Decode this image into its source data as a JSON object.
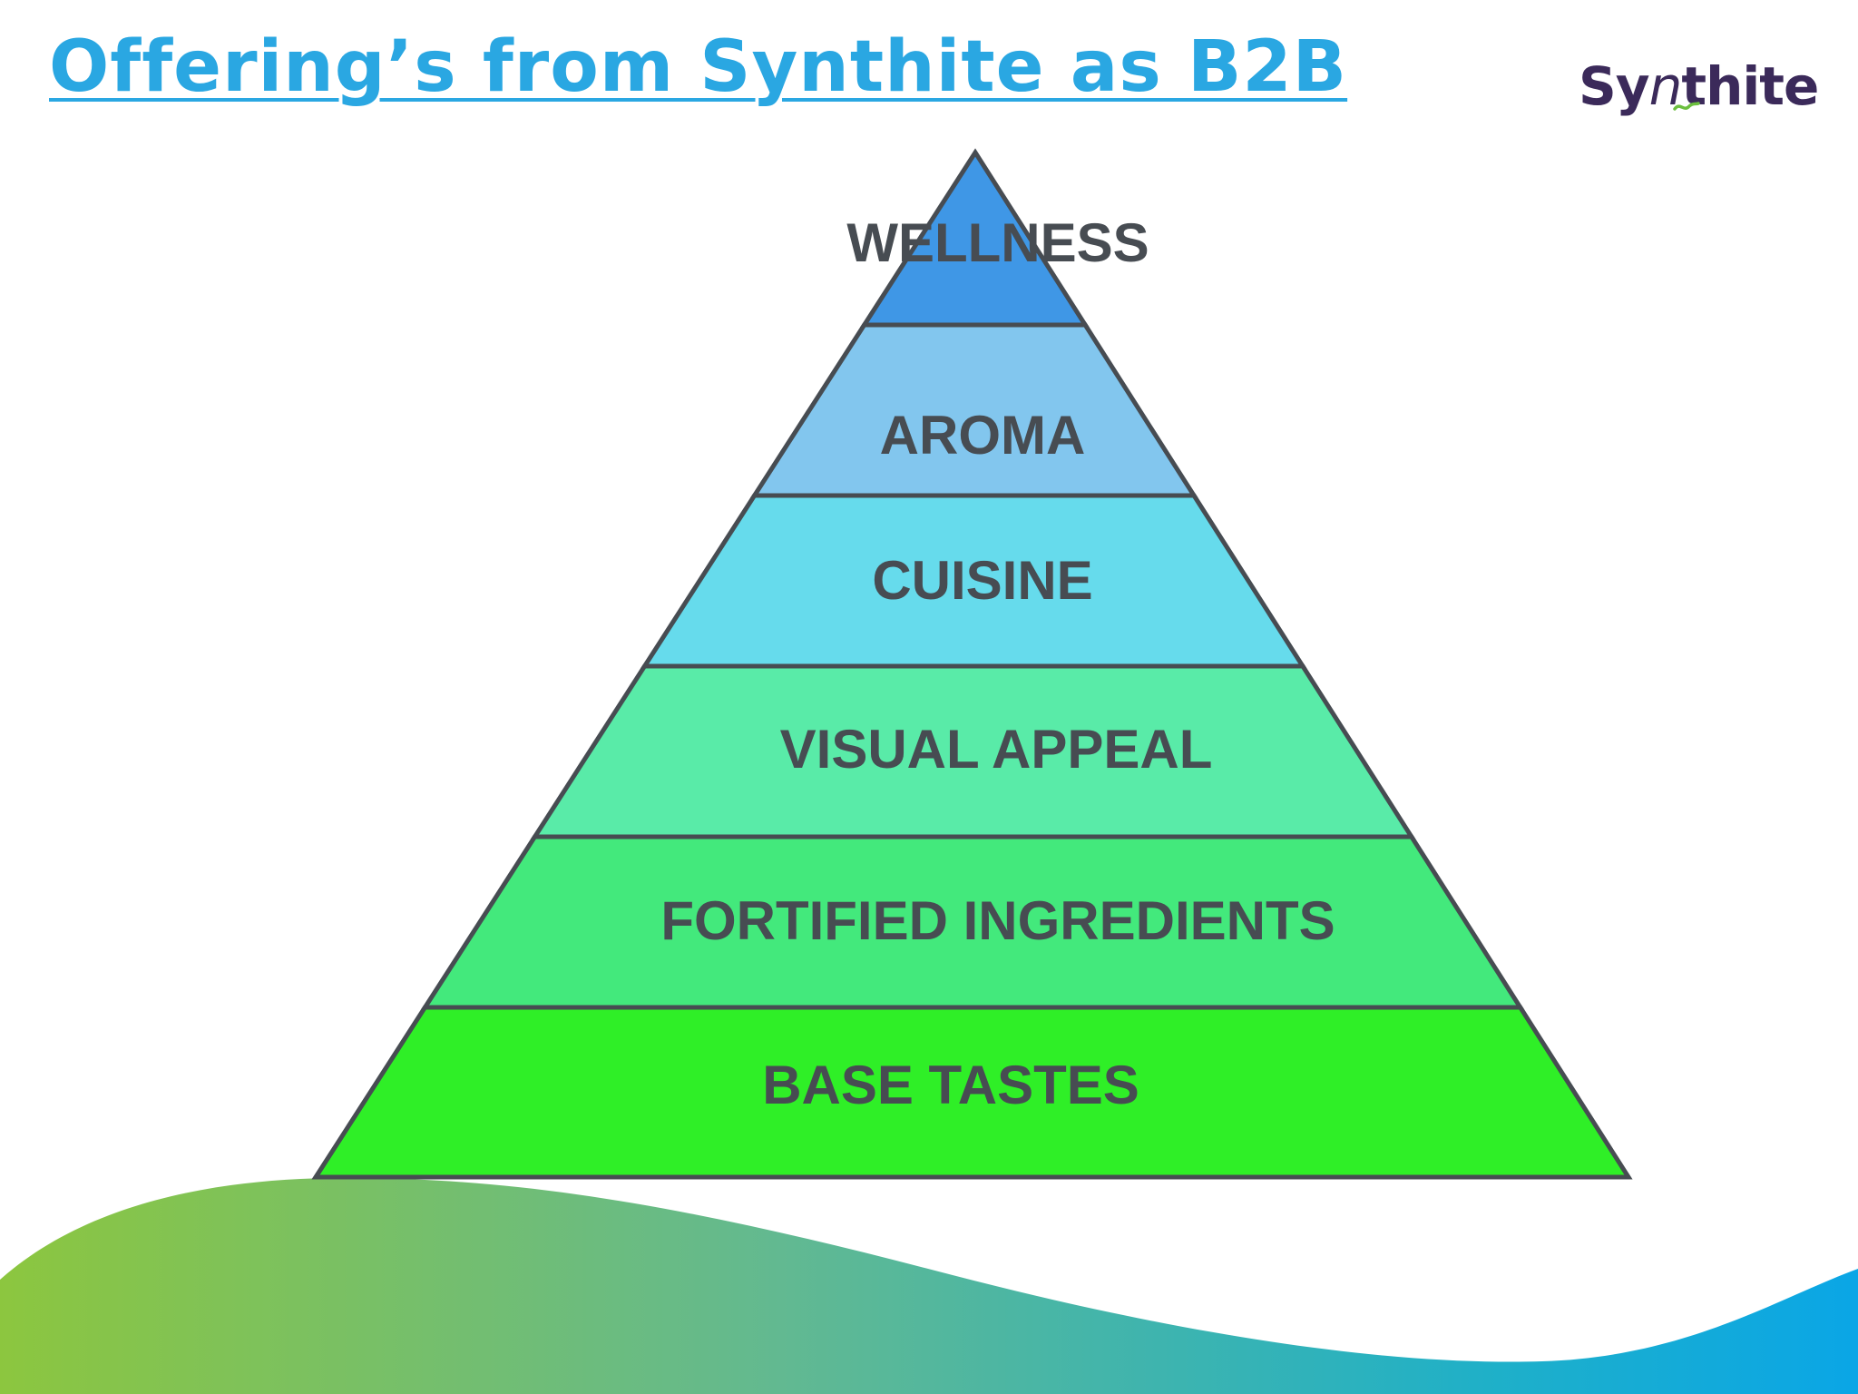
{
  "slide": {
    "title": "Offering’s from Synthite as B2B",
    "title_color": "#2aa7e2"
  },
  "logo": {
    "text_before": "Sy",
    "text_n": "n",
    "text_after": "thite",
    "text_color": "#3b2a5a",
    "accent_color": "#6cbf3f"
  },
  "pyramid": {
    "outline_color": "#474c52",
    "label_color": "#474c52",
    "tiers": [
      {
        "label": "WELLNESS",
        "color": "#3f97e6"
      },
      {
        "label": "AROMA",
        "color": "#82c6ee"
      },
      {
        "label": "CUISINE",
        "color": "#66dbec"
      },
      {
        "label": "VISUAL APPEAL",
        "color": "#59eba8"
      },
      {
        "label": "FORTIFIED INGREDIENTS",
        "color": "#43e97c"
      },
      {
        "label": "BASE TASTES",
        "color": "#2fef27"
      }
    ]
  },
  "background": {
    "wave_colors": [
      "#8cc63f",
      "#62b991",
      "#1fb0c8",
      "#0aa6e6"
    ]
  }
}
